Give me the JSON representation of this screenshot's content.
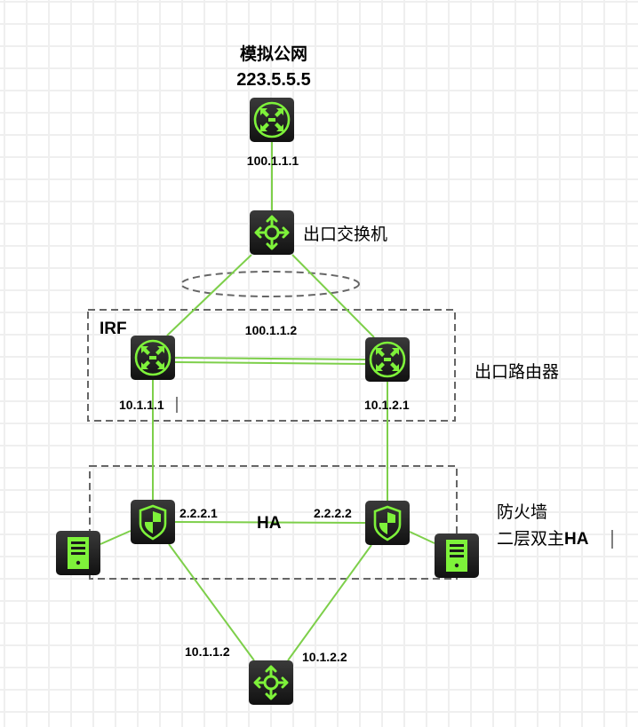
{
  "title": {
    "name": "模拟公网",
    "ip": "223.5.5.5"
  },
  "nodes": {
    "public_router": {
      "type": "router-icon",
      "ip_label": "100.1.1.1"
    },
    "egress_switch": {
      "type": "switch-icon",
      "label": "出口交换机"
    },
    "router_left": {
      "type": "router-icon",
      "ip_label": "10.1.1.1"
    },
    "router_right": {
      "type": "router-icon",
      "ip_label": "10.1.2.1"
    },
    "firewall_left": {
      "type": "firewall-icon",
      "ip_label": "2.2.2.1"
    },
    "firewall_right": {
      "type": "firewall-icon",
      "ip_label": "2.2.2.2"
    },
    "server_left": {
      "type": "server-icon"
    },
    "server_right": {
      "type": "server-icon"
    },
    "core_switch": {
      "type": "switch-icon",
      "left_ip_label": "10.1.1.2",
      "right_ip_label": "10.1.2.2"
    }
  },
  "groups": {
    "router_group": {
      "tag": "IRF",
      "shared_ip": "100.1.1.2",
      "caption": "出口路由器"
    },
    "firewall_group": {
      "link_label": "HA",
      "caption_line1": "防火墙",
      "caption_line2_prefix": "二层双主",
      "caption_line2_suffix": "HA"
    }
  },
  "links": [
    {
      "from": "public_router",
      "to": "egress_switch"
    },
    {
      "from": "egress_switch",
      "to": "router_left"
    },
    {
      "from": "egress_switch",
      "to": "router_right"
    },
    {
      "from": "router_left",
      "to": "router_right",
      "style": "double"
    },
    {
      "from": "router_left",
      "to": "firewall_left"
    },
    {
      "from": "router_right",
      "to": "firewall_right"
    },
    {
      "from": "firewall_left",
      "to": "firewall_right"
    },
    {
      "from": "firewall_left",
      "to": "server_left"
    },
    {
      "from": "firewall_right",
      "to": "server_right"
    },
    {
      "from": "firewall_left",
      "to": "core_switch"
    },
    {
      "from": "firewall_right",
      "to": "core_switch"
    }
  ],
  "colors": {
    "link": "#7dcf4a",
    "icon_accent": "#7ef23a",
    "icon_bg": "#1b1b1b",
    "group_border": "#666666"
  }
}
